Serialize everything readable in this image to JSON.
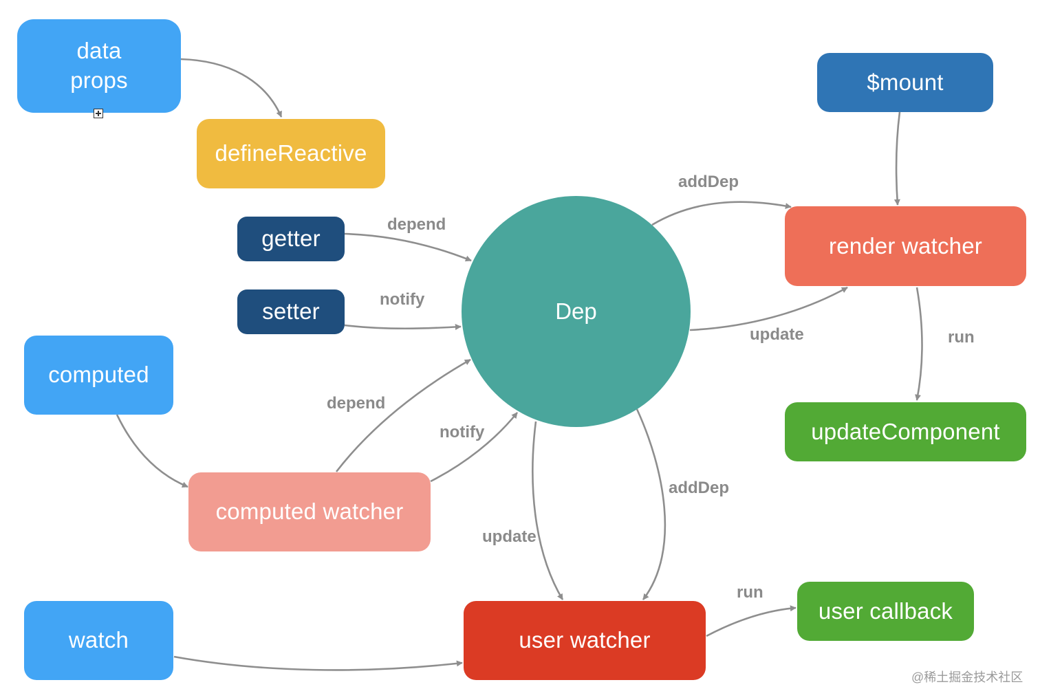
{
  "nodes": {
    "data_props": {
      "label": "data\nprops",
      "color": "#42A5F5"
    },
    "define_reactive": {
      "label": "defineReactive",
      "color": "#F0BB40"
    },
    "getter": {
      "label": "getter",
      "color": "#1F4E7D"
    },
    "setter": {
      "label": "setter",
      "color": "#1F4E7D"
    },
    "dep": {
      "label": "Dep",
      "color": "#4AA69C"
    },
    "mount": {
      "label": "$mount",
      "color": "#2F75B5"
    },
    "render_watcher": {
      "label": "render watcher",
      "color": "#EE6F58"
    },
    "update_component": {
      "label": "updateComponent",
      "color": "#52AA35"
    },
    "computed": {
      "label": "computed",
      "color": "#42A5F5"
    },
    "computed_watcher": {
      "label": "computed watcher",
      "color": "#F29C91"
    },
    "watch": {
      "label": "watch",
      "color": "#42A5F5"
    },
    "user_watcher": {
      "label": "user watcher",
      "color": "#DB3B24"
    },
    "user_callback": {
      "label": "user callback",
      "color": "#52AA35"
    }
  },
  "edge_labels": {
    "getter_depend": "depend",
    "setter_notify": "notify",
    "dep_adddep_render": "addDep",
    "dep_update_render": "update",
    "render_run": "run",
    "computed_depend": "depend",
    "computed_notify": "notify",
    "dep_update_user": "update",
    "user_adddep": "addDep",
    "user_run": "run"
  },
  "edge_color": "#8E8E8E",
  "watermark": "@稀土掘金技术社区",
  "expand_icon": "plus-square-icon"
}
